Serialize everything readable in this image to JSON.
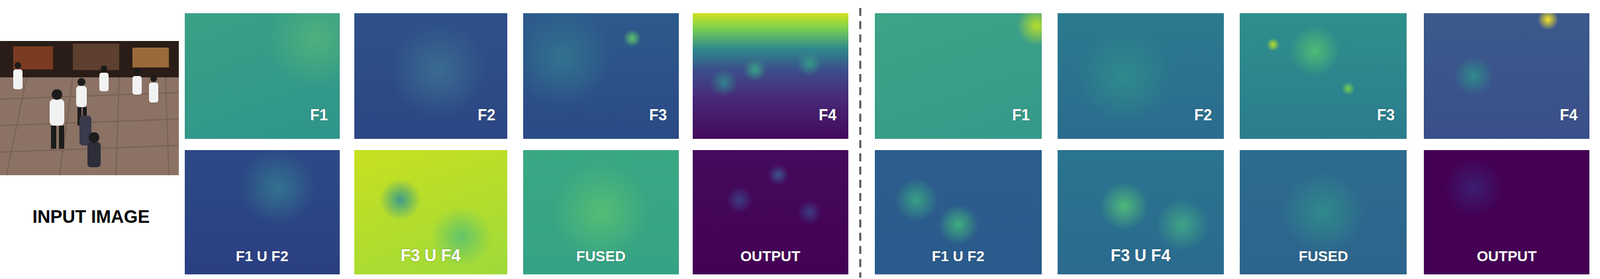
{
  "diagram": {
    "nodes": [
      {
        "text": [
          "F1"
        ]
      },
      {
        "text": [
          "F2"
        ]
      },
      {
        "text": [
          "F3"
        ]
      },
      {
        "text": [
          "F4"
        ]
      },
      {
        "text": [
          "F1 U F2"
        ]
      },
      {
        "text": [
          "F3 U F4"
        ]
      },
      {
        "text": [
          "FUSED"
        ]
      },
      {
        "text": [
          "OUTPUT"
        ]
      },
      {
        "text": [
          "F1"
        ]
      },
      {
        "text": [
          "F2"
        ]
      },
      {
        "text": [
          "F3"
        ]
      },
      {
        "text": [
          "F4"
        ]
      },
      {
        "text": [
          "F1 U F2"
        ]
      },
      {
        "text": [
          "F3 U F4"
        ]
      },
      {
        "text": [
          "FUSED"
        ]
      },
      {
        "text": [
          "OUTPUT"
        ]
      }
    ],
    "edges": [],
    "labels": [
      "INPUT IMAGE"
    ]
  }
}
